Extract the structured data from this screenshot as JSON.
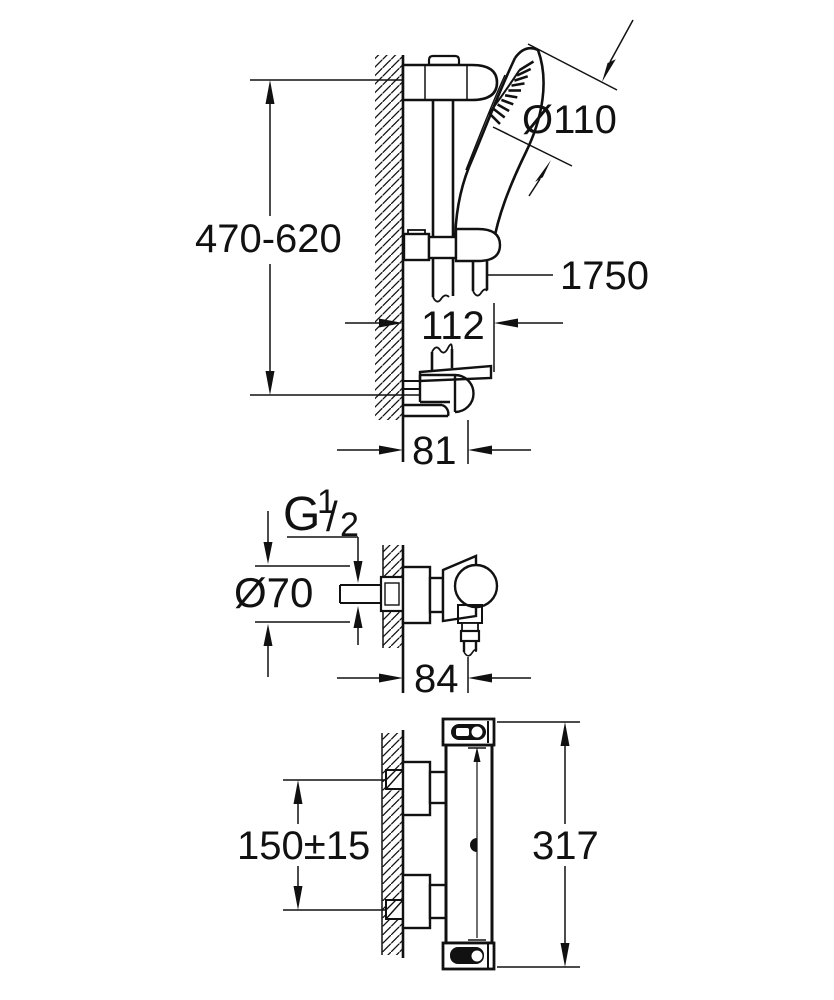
{
  "drawing": {
    "background": "#ffffff",
    "line_color": "#111111",
    "views": {
      "shower_rail": {
        "label": "shower-rail-set-side-view",
        "dim_rail_height": "470-620",
        "dim_head_diameter": "Ø110",
        "dim_hose_length": "1750",
        "dim_holder_depth": "112",
        "dim_bracket_depth": "81"
      },
      "valve_side": {
        "label": "thermostat-side-view",
        "thread_letter": "G",
        "thread_numerator": "1",
        "thread_slash": "/",
        "thread_denominator": "2",
        "dim_escutcheon_diameter": "Ø70",
        "dim_depth": "84"
      },
      "valve_front": {
        "label": "thermostat-front-view",
        "dim_connection_distance": "150±15",
        "dim_height": "317"
      }
    }
  }
}
